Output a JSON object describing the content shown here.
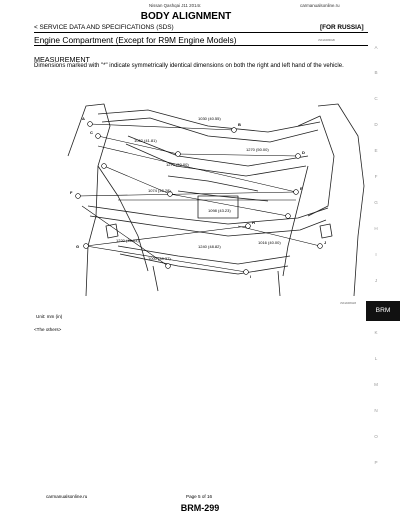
{
  "header": {
    "book": "Nissan Qashqai J11 2014r.",
    "site": "carmanualsonline.ru",
    "title": "BODY ALIGNMENT",
    "section": "< SERVICE DATA AND SPECIFICATIONS (SDS)",
    "region": "[FOR RUSSIA]"
  },
  "subtitle": "Engine Compartment (Except for R9M Engine Models)",
  "ref_code": "JSKIA0080GB",
  "measurement": {
    "heading": "MEASUREMENT",
    "description": "Dimensions marked with \"*\" indicate symmetrically identical dimensions on both the right and left hand of the vehicle."
  },
  "diagram": {
    "figure_code": "JSKIA0081ZZ",
    "dimensions": [
      "1030 (40.55)",
      "1062 (41.81)",
      "1270 (50.00)",
      "1270 (50.00)",
      "1074 (42.28)",
      "1098 (43.23)",
      "1220 (48.03)",
      "1240 (48.82)",
      "1000 (39.37)",
      "1016 (40.00)"
    ],
    "point_labels": [
      "A",
      "B",
      "C",
      "D",
      "E",
      "F",
      "G",
      "H",
      "I",
      "J"
    ]
  },
  "unit_text": "Unit: mm (in)",
  "note_text": "<The others>",
  "footer": {
    "left": "carmanualsonline.ru",
    "page": "Page 5 of 16",
    "code": "BRM-299"
  },
  "side_tabs": {
    "letters": [
      "A",
      "B",
      "C",
      "D",
      "E",
      "F",
      "G",
      "H",
      "I",
      "J",
      "K",
      "L",
      "M",
      "N",
      "O",
      "P"
    ],
    "active": "BRM"
  }
}
